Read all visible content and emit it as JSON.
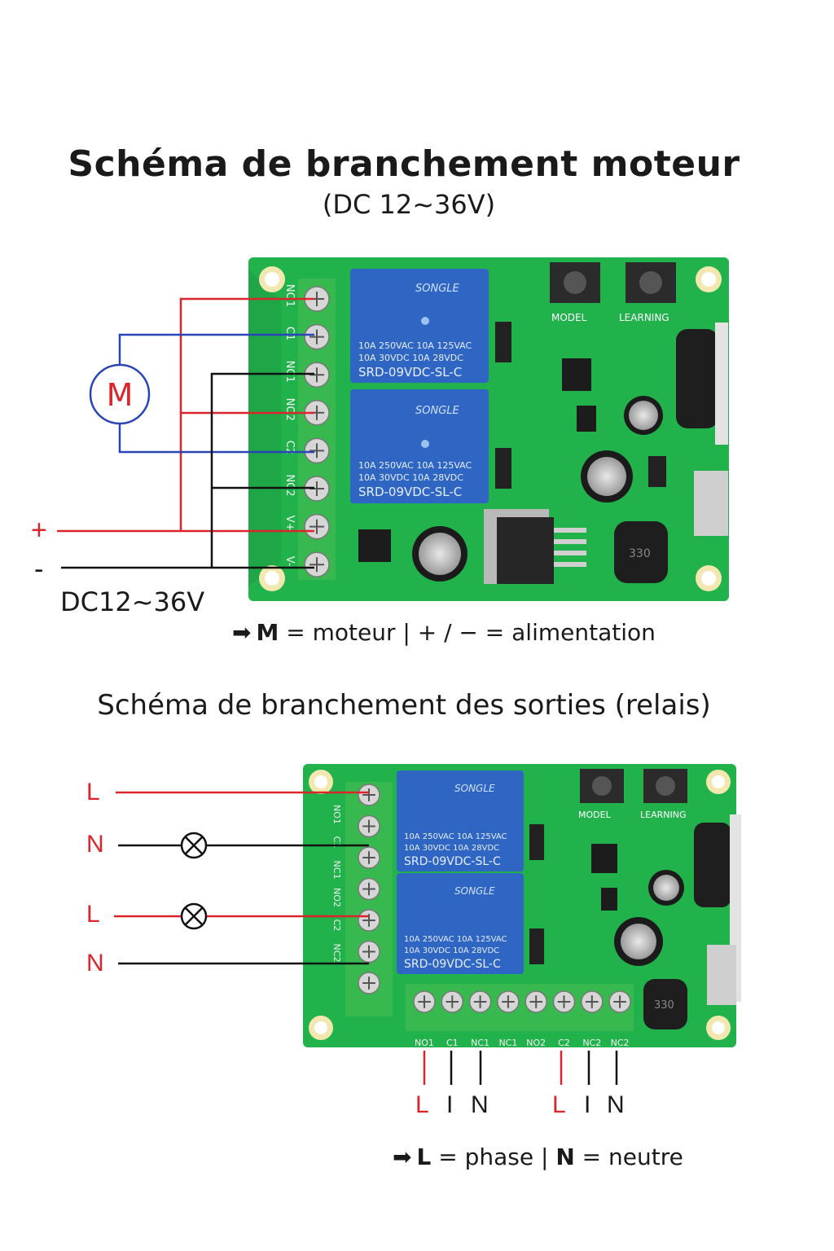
{
  "diagram1": {
    "title": "Schéma de branchement moteur",
    "subtitle": "(DC 12~36V)",
    "motor_label": "M",
    "plus_label": "+",
    "minus_label": "-",
    "supply_label": "DC12~36V",
    "terminals": [
      "NO1",
      "C1",
      "NC1",
      "NO2",
      "C2",
      "NC2",
      "V+",
      "V-"
    ],
    "legend": {
      "key1": "M",
      "desc1": " = moteur  |  + / − = alimentation"
    }
  },
  "diagram2": {
    "title": "Schéma de branchement des sorties (relais)",
    "left_labels": [
      "L",
      "N",
      "L",
      "N"
    ],
    "left_terminals": [
      "NO1",
      "C1",
      "NC1",
      "NO2",
      "C2",
      "NC2"
    ],
    "bottom_terminals": [
      "NO1",
      "C1",
      "NC1",
      "NC1",
      "NO2",
      "C2",
      "NC2",
      "NC2"
    ],
    "bottom_letters": [
      "L",
      "I",
      "N",
      "L",
      "I",
      "N"
    ],
    "legend": {
      "key1": "L",
      "desc1": " = phase  |  ",
      "key2": "N",
      "desc2": " = neutre"
    }
  },
  "board": {
    "relay_brand": "SONGLE",
    "relay_spec_1": "10A 250VAC  10A 125VAC",
    "relay_spec_2": "10A  30VDC  10A  28VDC",
    "relay_model": "SRD-09VDC-SL-C",
    "button1": "MODEL",
    "button2": "LEARNING",
    "inductor": "330"
  },
  "colors": {
    "pcb": "#22b24c",
    "relay": "#2f66c4",
    "terminal": "#3dbf56",
    "red_wire": "#d9252b",
    "blue_wire": "#2a45b8",
    "black_wire": "#111111"
  }
}
